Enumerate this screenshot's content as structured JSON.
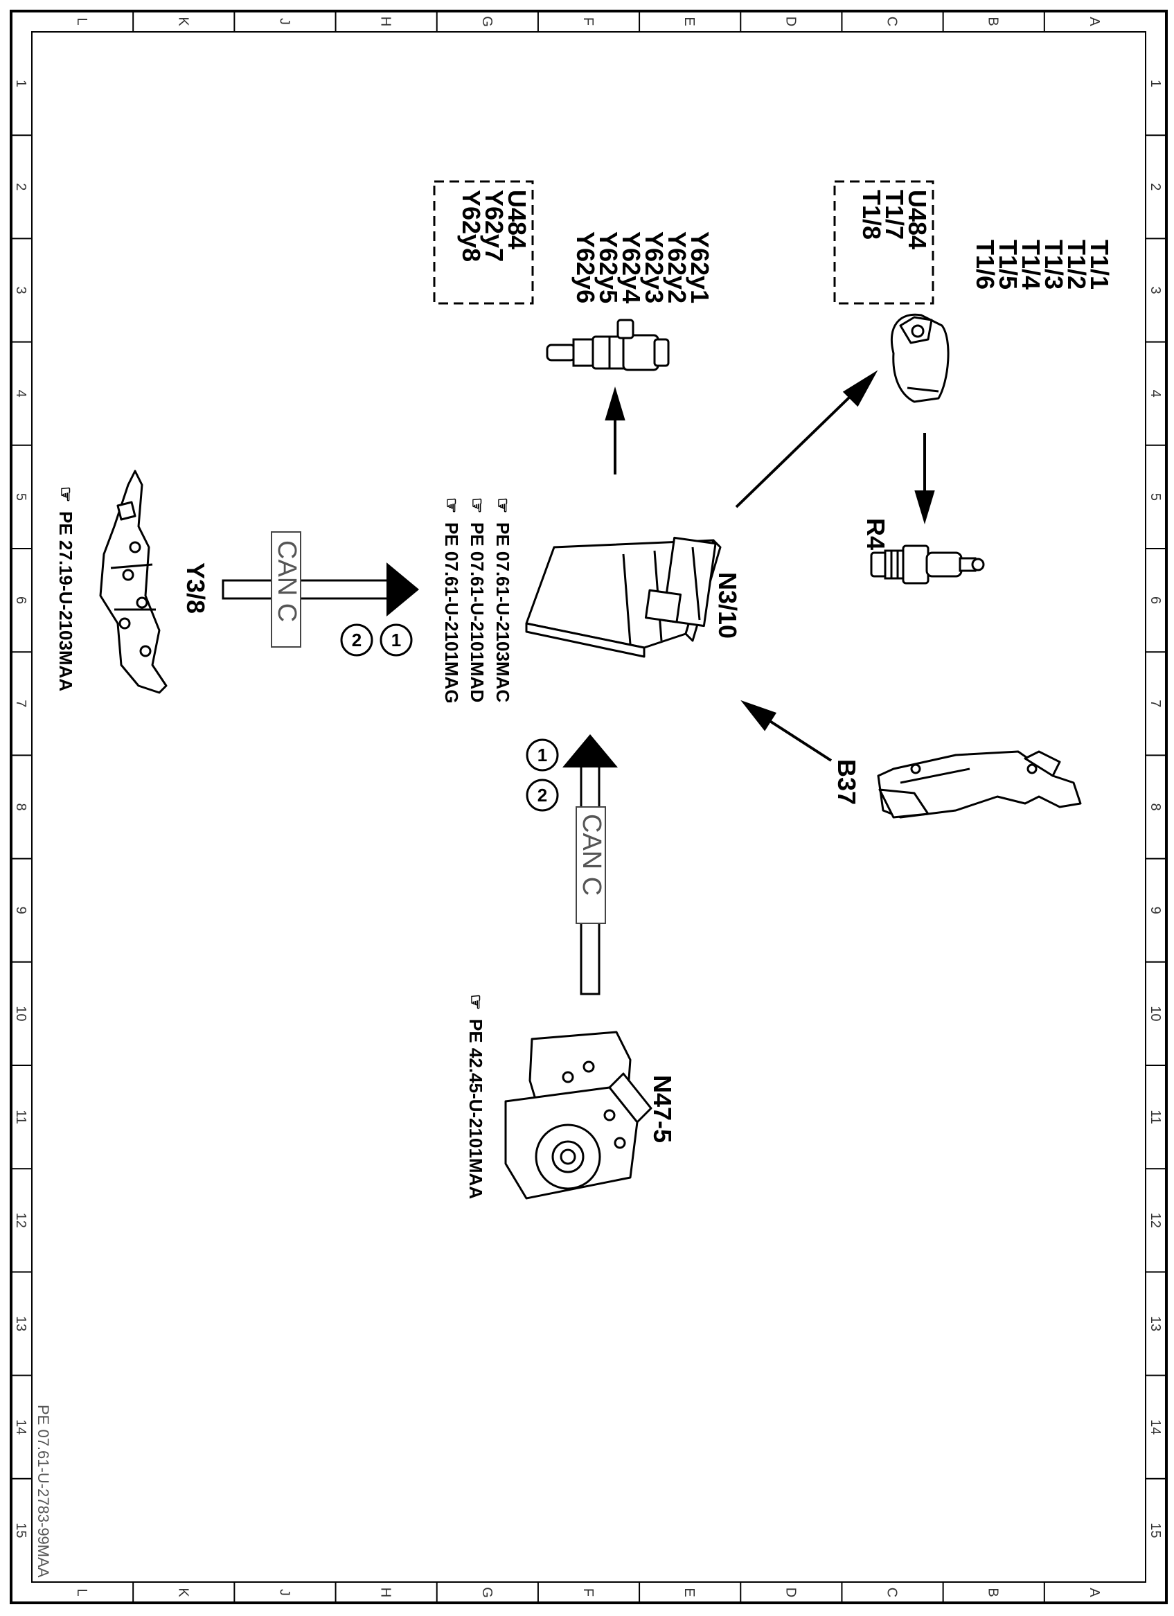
{
  "frame": {
    "letters": [
      "L",
      "K",
      "J",
      "H",
      "G",
      "F",
      "E",
      "D",
      "C",
      "B",
      "A"
    ],
    "numbers": [
      "1",
      "2",
      "3",
      "4",
      "5",
      "6",
      "7",
      "8",
      "9",
      "10",
      "11",
      "12",
      "13",
      "14",
      "15"
    ]
  },
  "doc_number": "PE 07.61-U-2783-99MAA",
  "components": {
    "ecu": "N3/10",
    "injectors": [
      "Y62y1",
      "Y62y2",
      "Y62y3",
      "Y62y4",
      "Y62y5",
      "Y62y6"
    ],
    "injectors_u484_header": "U484",
    "injectors_u484": [
      "Y62y7",
      "Y62y8"
    ],
    "coils": [
      "T1/1",
      "T1/2",
      "T1/3",
      "T1/4",
      "T1/5",
      "T1/6"
    ],
    "coils_u484_header": "U484",
    "coils_u484": [
      "T1/7",
      "T1/8"
    ],
    "spark_plug": "R4",
    "pedal": "B37",
    "abs": "N47-5",
    "shift": "Y3/8"
  },
  "references": {
    "ecu": [
      "PE 07.61-U-2103MAC",
      "PE 07.61-U-2101MAD",
      "PE 07.61-U-2101MAG"
    ],
    "shift": "PE 27.19-U-2103MAA",
    "abs": "PE 42.45-U-2101MAA"
  },
  "can_labels": [
    "CAN C",
    "CAN C"
  ],
  "circles": [
    "1",
    "2",
    "1",
    "2"
  ]
}
